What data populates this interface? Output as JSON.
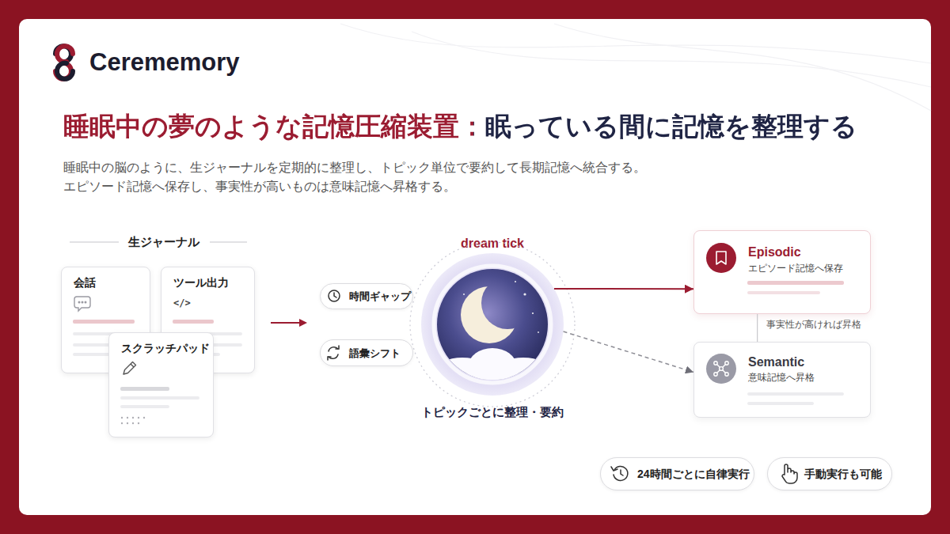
{
  "diagram": {
    "title": "睡眠中の夢のような記憶圧縮装置：眠っている間に記憶を整理する",
    "nodes": [
      {
        "text": [
          "会話"
        ]
      },
      {
        "text": [
          "ツール出力",
          "</>"
        ]
      },
      {
        "text": [
          "スクラッチパッド"
        ]
      },
      {
        "text": [
          "時間ギャップ"
        ]
      },
      {
        "text": [
          "語彙シフト"
        ]
      },
      {
        "text": [
          "dream tick",
          "トピックごとに整理・要約"
        ]
      },
      {
        "text": [
          "Episodic",
          "エピソード記憶へ保存"
        ]
      },
      {
        "text": [
          "Semantic",
          "意味記憶へ昇格"
        ]
      },
      {
        "text": [
          "24時間ごとに自律実行"
        ]
      },
      {
        "text": [
          "手動実行も可能"
        ]
      }
    ],
    "edges": [
      {
        "from": 5,
        "to": 6,
        "arrow": "to"
      },
      {
        "from": 5,
        "to": 7,
        "arrow": "to"
      },
      {
        "from": 6,
        "to": 7,
        "arrow": "none",
        "label": "事実性が高ければ昇格"
      }
    ],
    "labels": [
      "Cerememory",
      "睡眠中の脳のように、生ジャーナルを定期的に整理し、トピック単位で要約して長期記憶へ統合する。",
      "エピソード記憶へ保存し、事実性が高いものは意味記憶へ昇格する。",
      "生ジャーナル"
    ]
  }
}
